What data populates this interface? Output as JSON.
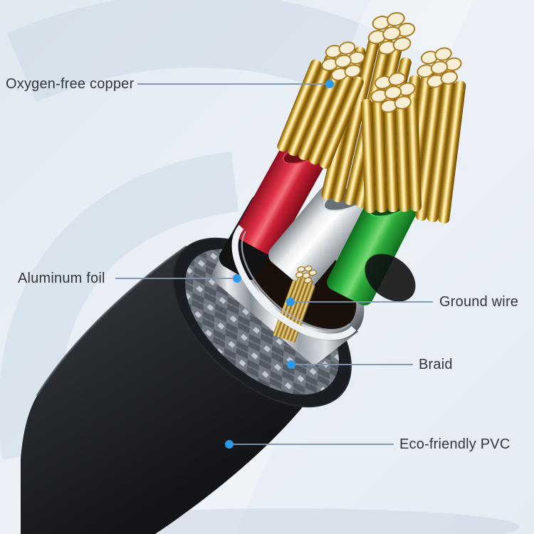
{
  "figure": {
    "kind": "cable cutaway product diagram",
    "parts": [
      {
        "id": "copper",
        "name": "Oxygen-free copper",
        "color": "#d9a62e"
      },
      {
        "id": "foil",
        "name": "Aluminum foil",
        "color": "#d7dce1"
      },
      {
        "id": "ground",
        "name": "Ground wire",
        "color": "#e8c568"
      },
      {
        "id": "braid",
        "name": "Braid",
        "color": "#737a84"
      },
      {
        "id": "pvc",
        "name": "Eco-friendly PVC",
        "color": "#212429"
      }
    ],
    "inner_wire_colors": [
      "#c9202f",
      "#f2f2f2",
      "#2fae3e",
      "#17191c"
    ]
  },
  "callouts": [
    {
      "label": "Oxygen-free copper",
      "target": "copper-strands",
      "side": "left"
    },
    {
      "label": "Aluminum foil",
      "target": "aluminum-foil",
      "side": "left"
    },
    {
      "label": "Ground wire",
      "target": "ground-wire",
      "side": "right"
    },
    {
      "label": "Braid",
      "target": "braid",
      "side": "right"
    },
    {
      "label": "Eco-friendly PVC",
      "target": "pvc-jacket",
      "side": "right"
    }
  ],
  "colors": {
    "background": "#e9eff5",
    "swirl": "#ccd8e4",
    "label_text": "#33373c",
    "leader_line": "#7f96ab",
    "accent_dot": "#2e9ae6"
  }
}
